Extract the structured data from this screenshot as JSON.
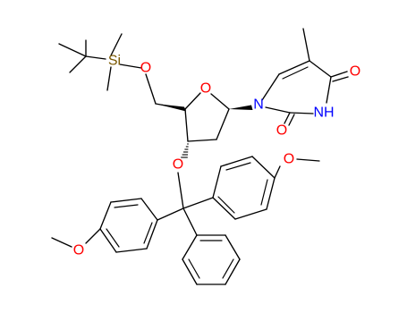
{
  "molecule": {
    "atom_labels": {
      "silicon": "Si",
      "silyl_oxygen": "O",
      "ring_oxygen": "O",
      "trityl_ether_oxygen": "O",
      "nitrogen_1": "N",
      "nitrogen_3": "NH",
      "carbonyl_oxygen_4": "O",
      "carbonyl_oxygen_2": "O",
      "methoxy_oxygen_right": "O",
      "methoxy_oxygen_left": "O"
    },
    "colors": {
      "bond": "#000000",
      "oxygen": "#ff0000",
      "nitrogen": "#0000ff",
      "silicon": "#7a5800",
      "background": "#ffffff"
    }
  }
}
